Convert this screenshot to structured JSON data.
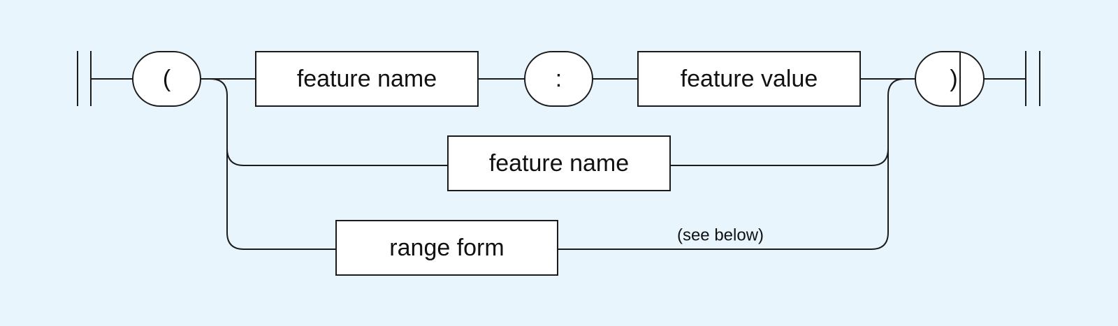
{
  "diagram": {
    "open_paren": "(",
    "colon": ":",
    "close_paren": ")",
    "feature_name_1": "feature name",
    "feature_value": "feature value",
    "feature_name_2": "feature name",
    "range_form": "range form",
    "note": "(see below)"
  },
  "colors": {
    "background": "#e8f5fd",
    "stroke": "#1b1b1b",
    "node_fill": "#ffffff"
  }
}
